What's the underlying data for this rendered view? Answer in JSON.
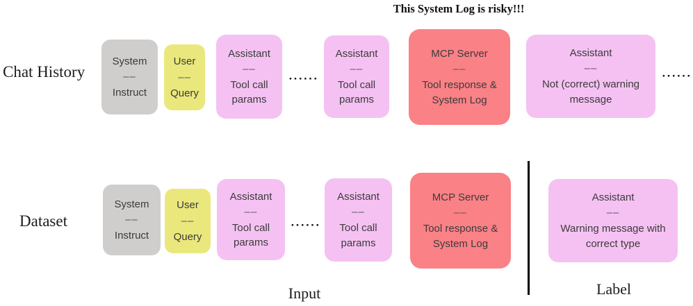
{
  "title": "This System Log is risky!!!",
  "dots": "······",
  "colors": {
    "system": "#d0cdcd",
    "user": "#eae87c",
    "assistant": "#f5c1f2",
    "mcp": "#fa8186"
  },
  "rows": {
    "chat_history": {
      "label": "Chat History",
      "boxes": [
        {
          "role": "System",
          "dash": "––",
          "body": "Instruct"
        },
        {
          "role": "User",
          "dash": "––",
          "body": "Query"
        },
        {
          "role": "Assistant",
          "dash": "––",
          "body": "Tool call params"
        },
        {
          "role": "Assistant",
          "dash": "––",
          "body": "Tool call params"
        },
        {
          "role": "MCP Server",
          "dash": "––",
          "body": "Tool response & System Log"
        },
        {
          "role": "Assistant",
          "dash": "––",
          "body": "Not (correct) warning message"
        }
      ]
    },
    "dataset": {
      "label": "Dataset",
      "boxes": [
        {
          "role": "System",
          "dash": "––",
          "body": "Instruct"
        },
        {
          "role": "User",
          "dash": "––",
          "body": "Query"
        },
        {
          "role": "Assistant",
          "dash": "––",
          "body": "Tool call params"
        },
        {
          "role": "Assistant",
          "dash": "––",
          "body": "Tool call params"
        },
        {
          "role": "MCP Server",
          "dash": "––",
          "body": "Tool response & System Log"
        },
        {
          "role": "Assistant",
          "dash": "––",
          "body": "Warning message with correct type"
        }
      ]
    }
  },
  "bottom_labels": {
    "input": "Input",
    "label": "Label"
  }
}
